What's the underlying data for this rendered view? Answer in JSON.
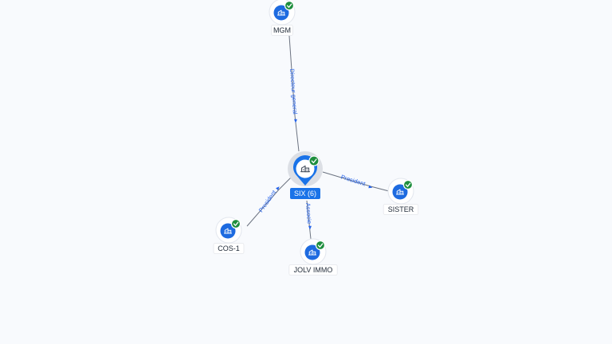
{
  "nodes": [
    {
      "id": "six",
      "label": "SIX (6)",
      "icon": "building-icon",
      "verified": true,
      "center": true
    },
    {
      "id": "mgm",
      "label": "MGM",
      "icon": "building-icon",
      "verified": true
    },
    {
      "id": "sister",
      "label": "SISTER",
      "icon": "building-icon",
      "verified": true
    },
    {
      "id": "cos1",
      "label": "COS-1",
      "icon": "building-icon",
      "verified": true
    },
    {
      "id": "jolv",
      "label": "JOLV IMMO",
      "icon": "building-icon",
      "verified": true
    }
  ],
  "edges": [
    {
      "id": "mgm-six",
      "from": "mgm",
      "to": "six",
      "label": "Directeur general"
    },
    {
      "id": "six-sister",
      "from": "six",
      "to": "sister",
      "label": "President"
    },
    {
      "id": "cos1-six",
      "from": "cos1",
      "to": "six",
      "label": "President"
    },
    {
      "id": "six-jolv",
      "from": "six",
      "to": "jolv",
      "label": "Associe"
    }
  ],
  "colors": {
    "accent": "#1a73e8",
    "verified": "#1e8e3e",
    "edge_label": "#2563eb",
    "edge_line": "#6b7280",
    "background": "#f8fafd"
  }
}
